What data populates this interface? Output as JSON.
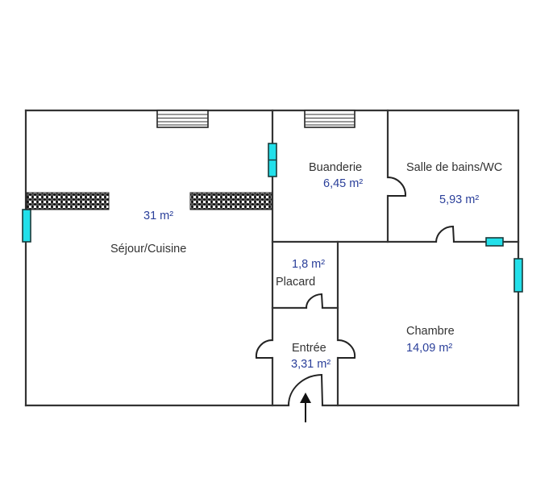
{
  "plan": {
    "rooms": [
      {
        "id": "sejour",
        "name": "Séjour/Cuisine",
        "area": "31  m²"
      },
      {
        "id": "buanderie",
        "name": "Buanderie",
        "area": "6,45  m²"
      },
      {
        "id": "salle-de-bains",
        "name": "Salle de bains/WC",
        "area": "5,93  m²"
      },
      {
        "id": "placard",
        "name": "Placard",
        "area": "1,8  m²"
      },
      {
        "id": "entree",
        "name": "Entrée",
        "area": "3,31  m²"
      },
      {
        "id": "chambre",
        "name": "Chambre",
        "area": "14,09  m²"
      }
    ],
    "colors": {
      "wall": "#333333",
      "window": "#22e0ea",
      "area_text": "#2a3f9a",
      "label_text": "#333333"
    },
    "icons": {
      "entry_arrow": "arrow-up-icon",
      "window": "window-icon",
      "radiator": "radiator-icon",
      "counter": "kitchen-counter-icon",
      "door": "door-swing-icon"
    }
  }
}
